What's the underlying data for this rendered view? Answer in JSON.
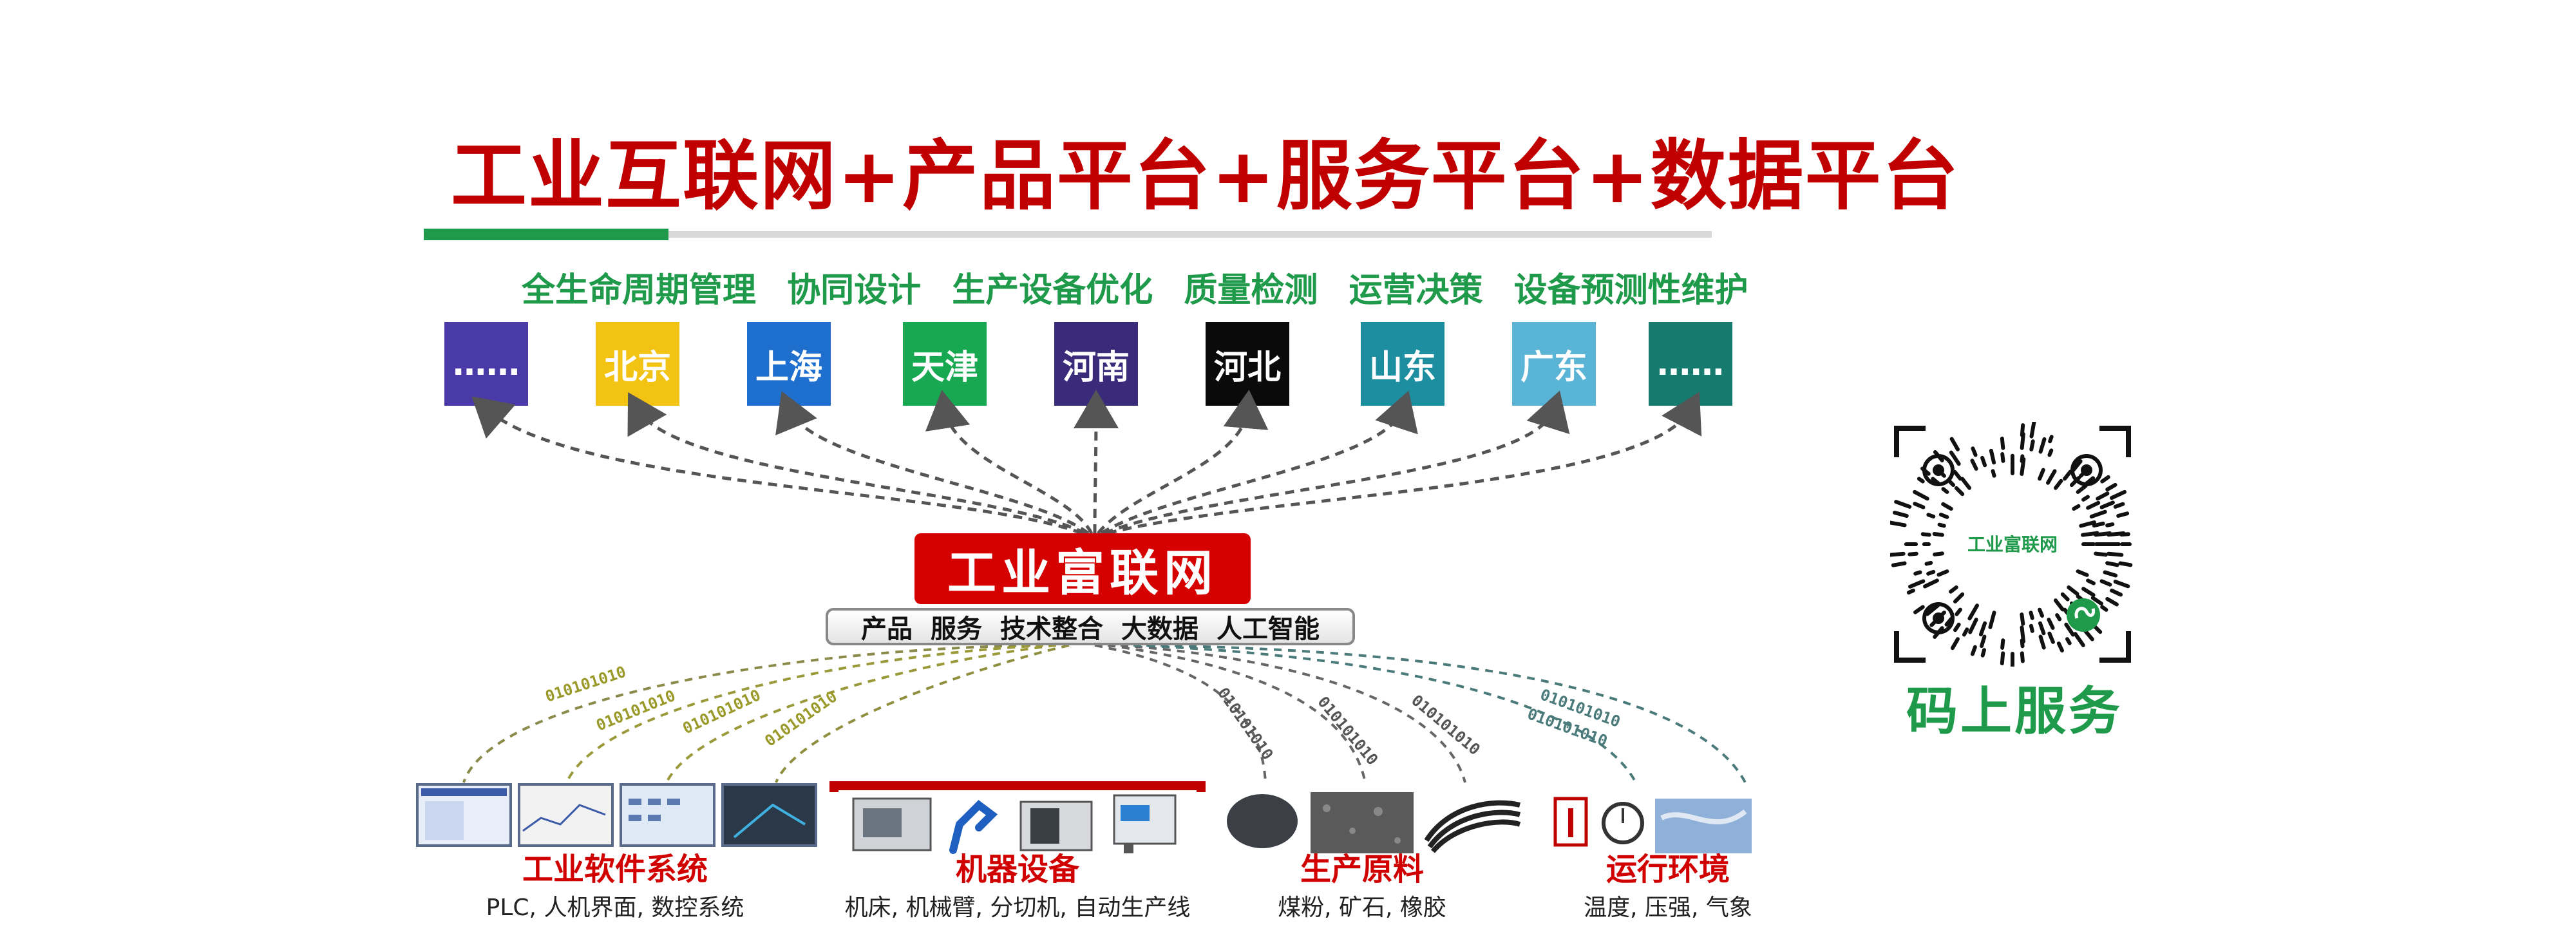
{
  "title": "工业互联网+产品平台+服务平台+数据平台",
  "features": [
    "全生命周期管理",
    "协同设计",
    "生产设备优化",
    "质量检测",
    "运营决策",
    "设备预测性维护"
  ],
  "regions": [
    {
      "label": "……",
      "color": "#4a3aa8"
    },
    {
      "label": "北京",
      "color": "#f3c313"
    },
    {
      "label": "上海",
      "color": "#1f6fcf"
    },
    {
      "label": "天津",
      "color": "#19a852"
    },
    {
      "label": "河南",
      "color": "#3a2a7a"
    },
    {
      "label": "河北",
      "color": "#0a0a0a"
    },
    {
      "label": "山东",
      "color": "#1d8ea0"
    },
    {
      "label": "广东",
      "color": "#5ab4d6"
    },
    {
      "label": "……",
      "color": "#167a6e"
    }
  ],
  "hub": {
    "name": "工业富联网",
    "items": [
      "产品",
      "服务",
      "技术整合",
      "大数据",
      "人工智能"
    ]
  },
  "binary_text": "010101010",
  "categories": [
    {
      "title": "工业软件系统",
      "subtitle": "PLC, 人机界面, 数控系统"
    },
    {
      "title": "机器设备",
      "subtitle": "机床, 机械臂, 分切机, 自动生产线"
    },
    {
      "title": "生产原料",
      "subtitle": "煤粉, 矿石, 橡胶"
    },
    {
      "title": "运行环境",
      "subtitle": "温度, 压强, 气象"
    }
  ],
  "qr": {
    "center_label": "工业富联网",
    "caption": "码上服务"
  },
  "colors": {
    "accent_red": "#c00000",
    "accent_green": "#1e9a4a"
  }
}
